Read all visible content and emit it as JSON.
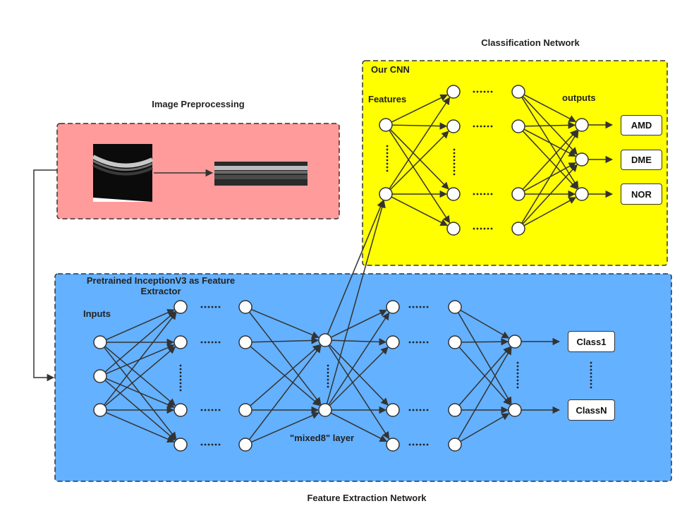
{
  "titles": {
    "classification": "Classification Network",
    "preprocessing": "Image Preprocessing",
    "feature_extraction": "Feature Extraction Network"
  },
  "panels": {
    "our_cnn": "Our CNN",
    "pretrained": "Pretrained InceptionV3 as Feature Extractor"
  },
  "labels": {
    "features": "Features",
    "outputs": "outputs",
    "inputs": "Inputs",
    "mixed8": "\"mixed8\" layer"
  },
  "classes_cnn": [
    "AMD",
    "DME",
    "NOR"
  ],
  "classes_fe": [
    "Class1",
    "ClassN"
  ],
  "colors": {
    "yellow_panel": "#ffff00",
    "pink_panel": "#ff9b9b",
    "blue_panel": "#64b1ff",
    "line": "#333333"
  }
}
